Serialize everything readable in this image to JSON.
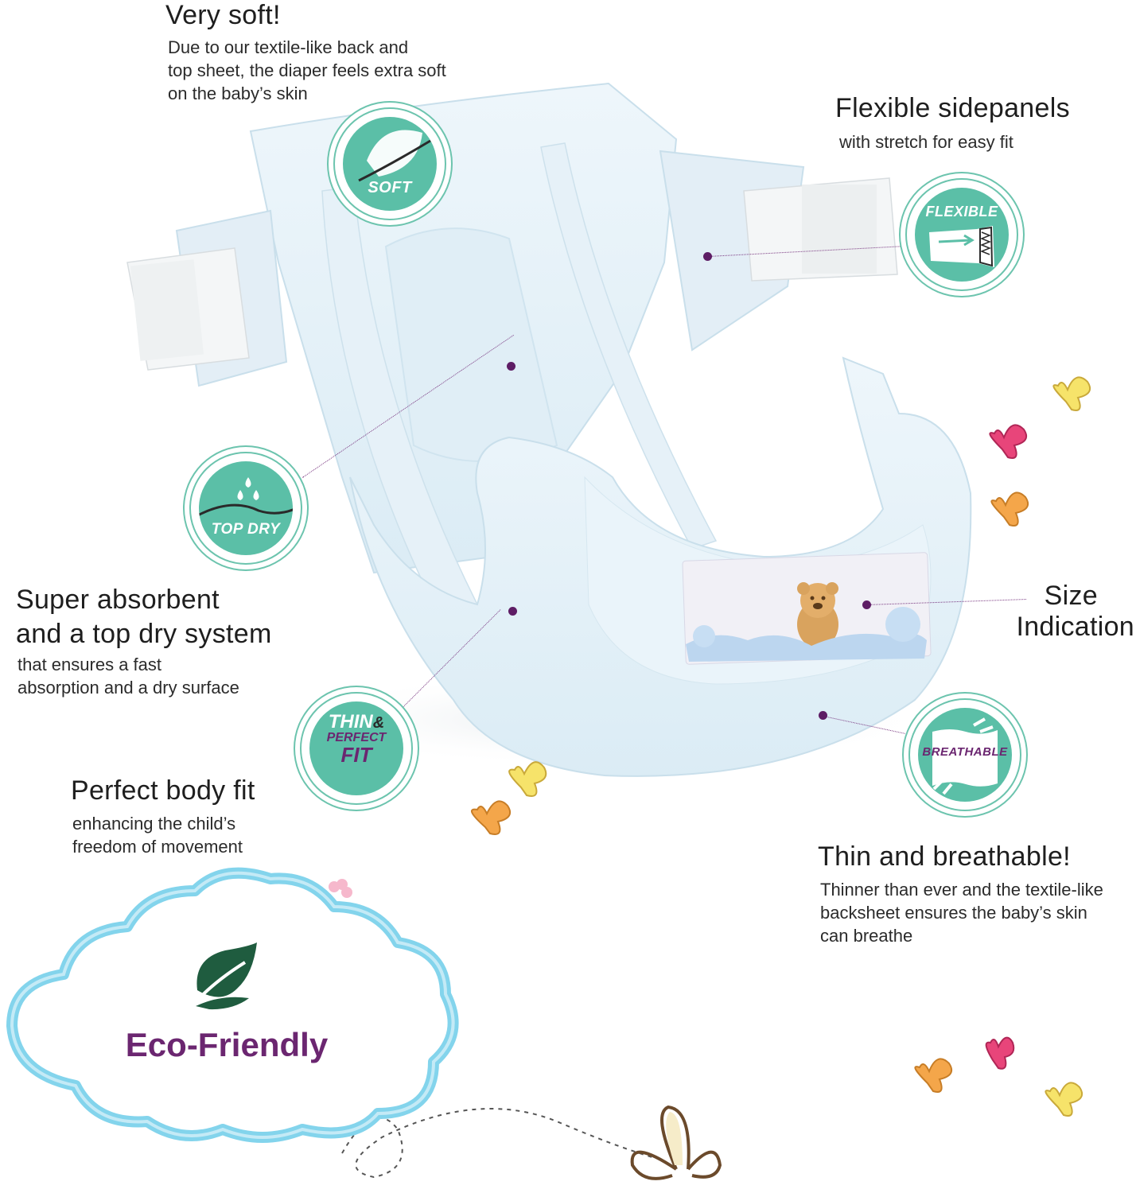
{
  "features": {
    "soft": {
      "heading": "Very soft!",
      "desc_lines": [
        "Due to our textile-like back and",
        "top sheet, the diaper feels extra soft",
        "on the baby’s skin"
      ],
      "badge": "SOFT",
      "icon": "feather-icon"
    },
    "flexible": {
      "heading": "Flexible sidepanels",
      "desc_lines": [
        "with stretch for easy fit"
      ],
      "badge": "FLEXIBLE",
      "icon": "stretch-tab-icon"
    },
    "absorbent": {
      "heading_lines": [
        "Super absorbent",
        "and a top dry system"
      ],
      "desc_lines": [
        "that ensures a fast",
        "absorption and a dry surface"
      ],
      "badge": "TOP DRY",
      "icon": "water-drops-icon"
    },
    "size": {
      "heading_lines": [
        "Size",
        "Indication"
      ]
    },
    "fit": {
      "heading": "Perfect body fit",
      "desc_lines": [
        "enhancing the child’s",
        "freedom of movement"
      ],
      "badge_lines": [
        "THIN",
        "&",
        "PERFECT",
        "FIT"
      ]
    },
    "breathable": {
      "heading": "Thin and breathable!",
      "desc_lines": [
        "Thinner than ever and the textile-like",
        "backsheet ensures the baby’s skin",
        "can breathe"
      ],
      "badge": "BREATHABLE",
      "icon": "breathable-sheet-icon"
    }
  },
  "eco": {
    "label": "Eco-Friendly",
    "icon": "leaf-icon"
  },
  "colors": {
    "teal": "#5bbfa7",
    "purple": "#6b2670",
    "leaf_green": "#1f5c3f",
    "cloud_blue": "#7fd3ea",
    "diaper": "#e8f3f9"
  }
}
